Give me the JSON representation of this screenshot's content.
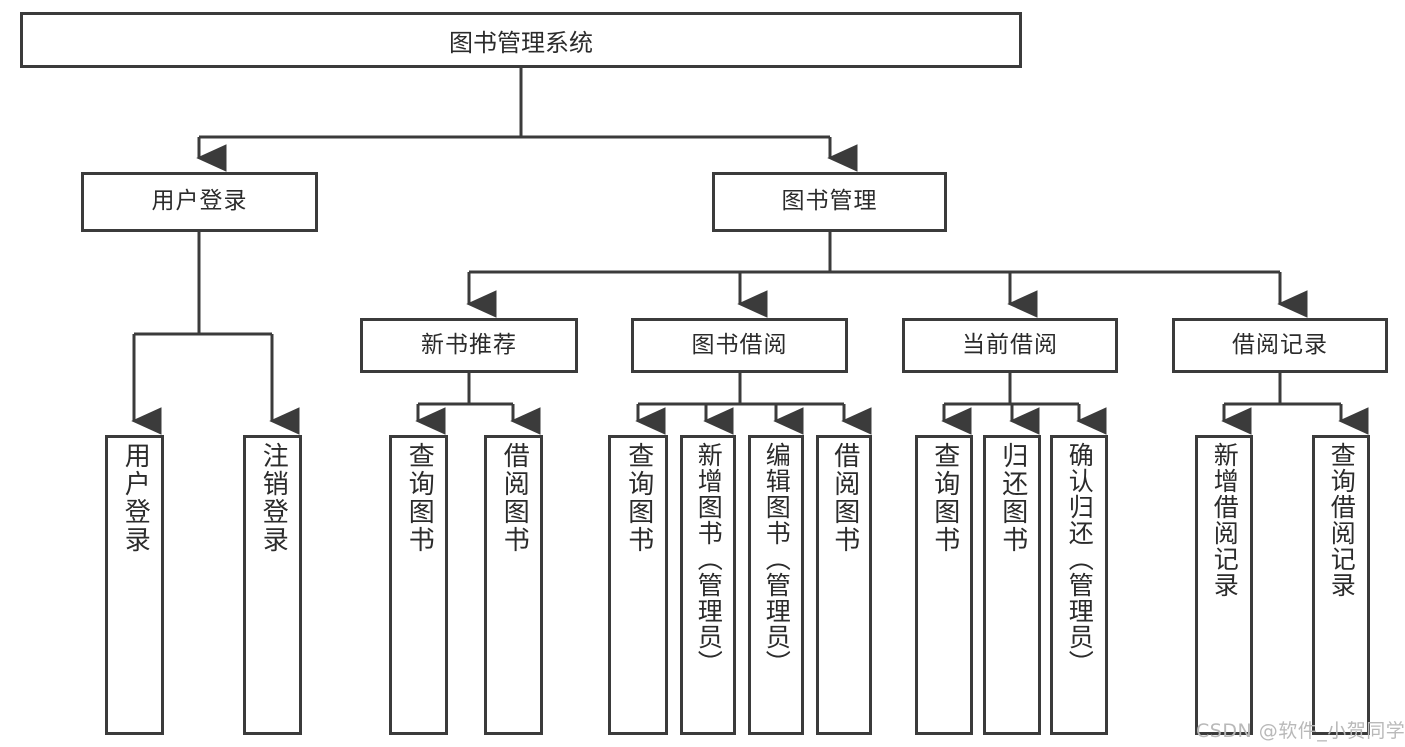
{
  "diagram": {
    "type": "tree-hierarchy-chart",
    "title": "图书管理系统",
    "line_color": "#3b3b3b",
    "box_fill": "#ffffff",
    "text_color": "#2b2b2b",
    "root": {
      "label": "图书管理系统"
    },
    "level2": [
      {
        "label": "用户登录"
      },
      {
        "label": "图书管理"
      }
    ],
    "level3": [
      {
        "label": "新书推荐"
      },
      {
        "label": "图书借阅"
      },
      {
        "label": "当前借阅"
      },
      {
        "label": "借阅记录"
      }
    ],
    "leaves": {
      "user_login": [
        {
          "label": "用户登录"
        },
        {
          "label": "注销登录"
        }
      ],
      "new_book_recommend": [
        {
          "label": "查询图书"
        },
        {
          "label": "借阅图书"
        }
      ],
      "book_borrow": [
        {
          "label": "查询图书"
        },
        {
          "label": "新增图书（管理员）"
        },
        {
          "label": "编辑图书（管理员）"
        },
        {
          "label": "借阅图书"
        }
      ],
      "current_borrow": [
        {
          "label": "查询图书"
        },
        {
          "label": "归还图书"
        },
        {
          "label": "确认归还（管理员）"
        }
      ],
      "borrow_record": [
        {
          "label": "新增借阅记录"
        },
        {
          "label": "查询借阅记录"
        }
      ]
    }
  },
  "watermark": {
    "text": "CSDN @软件_小贺同学"
  }
}
